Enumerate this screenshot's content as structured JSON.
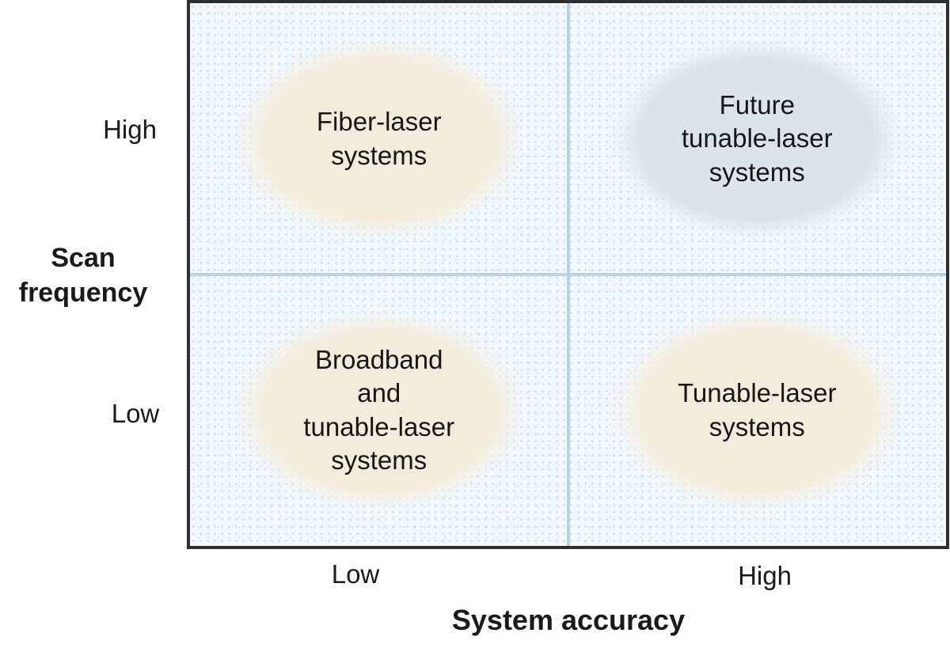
{
  "diagram": {
    "type": "quadrant-matrix",
    "x_axis": {
      "title": "System accuracy",
      "low_label": "Low",
      "high_label": "High"
    },
    "y_axis": {
      "title": "Scan\nfrequency",
      "high_label": "High",
      "low_label": "Low"
    },
    "quadrants": [
      {
        "position": "top-left",
        "scan_frequency": "High",
        "system_accuracy": "Low",
        "label": "Fiber-laser\nsystems",
        "fill": "#f3ecdd"
      },
      {
        "position": "top-right",
        "scan_frequency": "High",
        "system_accuracy": "High",
        "label": "Future\ntunable-laser\nsystems",
        "fill": "#dce3eb"
      },
      {
        "position": "bottom-left",
        "scan_frequency": "Low",
        "system_accuracy": "Low",
        "label": "Broadband\nand\ntunable-laser\nsystems",
        "fill": "#f3ecdd"
      },
      {
        "position": "bottom-right",
        "scan_frequency": "Low",
        "system_accuracy": "High",
        "label": "Tunable-laser\nsystems",
        "fill": "#f3ecdd"
      }
    ],
    "colors": {
      "plot_background": "#f3f8fc",
      "dot_texture": "#cfe0f1",
      "grid_line": "#b7d3e8",
      "border": "#2e2e2e",
      "cream_ellipse": "#f3ecdd",
      "blue_ellipse": "#dce3eb",
      "text": "#1a1a1a"
    }
  }
}
